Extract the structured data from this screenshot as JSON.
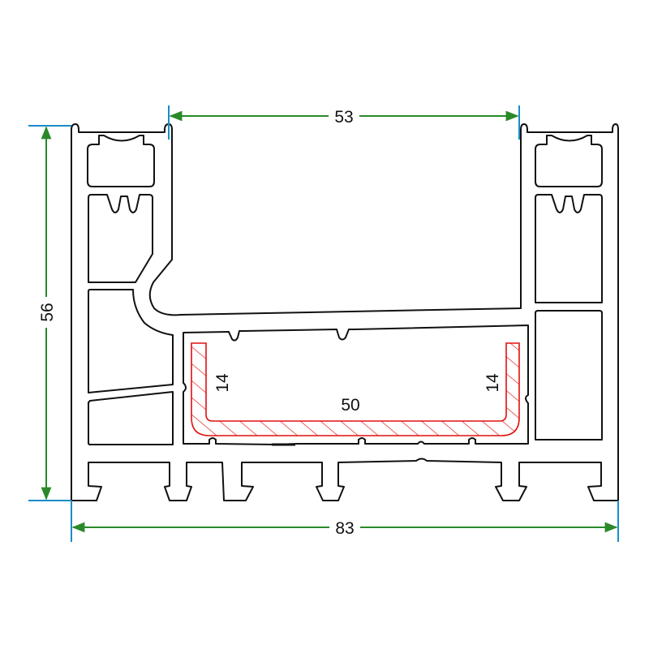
{
  "dimensions": {
    "top_opening": "53",
    "overall_width": "83",
    "overall_height": "56",
    "led_channel_width": "50",
    "led_channel_left_height": "14",
    "led_channel_right_height": "14"
  },
  "colors": {
    "profile": "#111111",
    "dimension_line": "#2a8a2a",
    "extension_line": "#1a8cc8",
    "led_channel": "#e01010"
  }
}
